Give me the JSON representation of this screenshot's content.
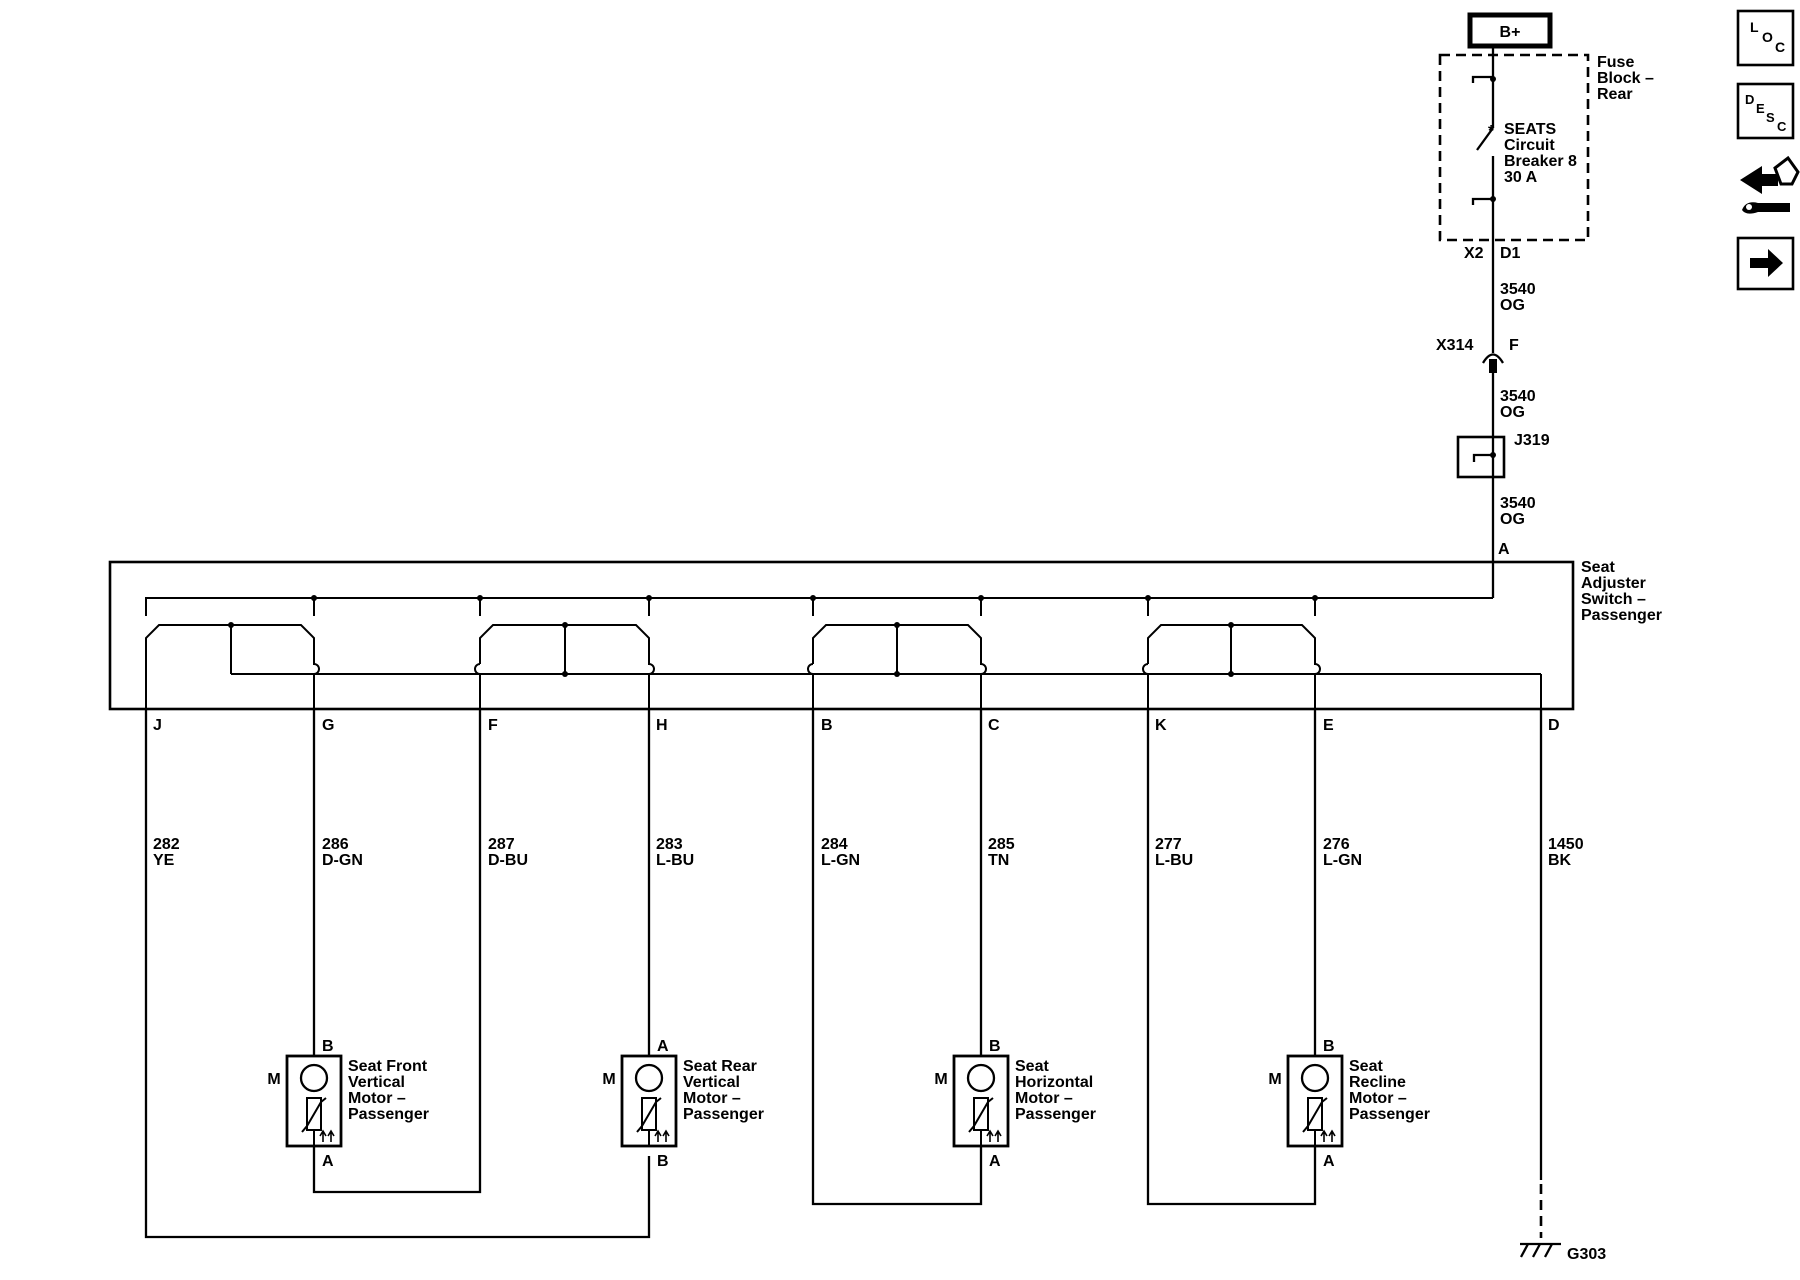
{
  "power": {
    "label": "B+"
  },
  "fuse_block": {
    "name_lines": [
      "Fuse",
      "Block –",
      "Rear"
    ],
    "breaker_lines": [
      "SEATS",
      "Circuit",
      "Breaker 8",
      "30 A"
    ],
    "pin_left": "X2",
    "pin_right": "D1"
  },
  "feed": {
    "wire_1": {
      "circuit": "3540",
      "color": "OG"
    },
    "connector": {
      "name": "X314",
      "pin": "F"
    },
    "wire_2": {
      "circuit": "3540",
      "color": "OG"
    },
    "splice": "J319",
    "wire_3": {
      "circuit": "3540",
      "color": "OG"
    },
    "switch_pin": "A"
  },
  "switch": {
    "name_lines": [
      "Seat",
      "Adjuster",
      "Switch –",
      "Passenger"
    ]
  },
  "terminals": [
    "J",
    "G",
    "F",
    "H",
    "B",
    "C",
    "K",
    "E",
    "D"
  ],
  "wires": [
    {
      "circuit": "282",
      "color": "YE"
    },
    {
      "circuit": "286",
      "color": "D-GN"
    },
    {
      "circuit": "287",
      "color": "D-BU"
    },
    {
      "circuit": "283",
      "color": "L-BU"
    },
    {
      "circuit": "284",
      "color": "L-GN"
    },
    {
      "circuit": "285",
      "color": "TN"
    },
    {
      "circuit": "277",
      "color": "L-BU"
    },
    {
      "circuit": "276",
      "color": "L-GN"
    },
    {
      "circuit": "1450",
      "color": "BK"
    }
  ],
  "motors": [
    {
      "symbol": "M",
      "top_pin": "B",
      "bottom_pin": "A",
      "name_lines": [
        "Seat Front",
        "Vertical",
        "Motor –",
        "Passenger"
      ]
    },
    {
      "symbol": "M",
      "top_pin": "A",
      "bottom_pin": "B",
      "name_lines": [
        "Seat Rear",
        "Vertical",
        "Motor –",
        "Passenger"
      ]
    },
    {
      "symbol": "M",
      "top_pin": "B",
      "bottom_pin": "A",
      "name_lines": [
        "Seat",
        "Horizontal",
        "Motor –",
        "Passenger"
      ]
    },
    {
      "symbol": "M",
      "top_pin": "B",
      "bottom_pin": "A",
      "name_lines": [
        "Seat",
        "Recline",
        "Motor –",
        "Passenger"
      ]
    }
  ],
  "ground": {
    "label": "G303"
  },
  "side_icons": [
    {
      "name": "loc",
      "letters": [
        "L",
        "O",
        "C"
      ]
    },
    {
      "name": "desc",
      "letters": [
        "D",
        "E",
        "S",
        "C"
      ]
    },
    {
      "name": "connector-tools"
    },
    {
      "name": "next-arrow"
    }
  ]
}
